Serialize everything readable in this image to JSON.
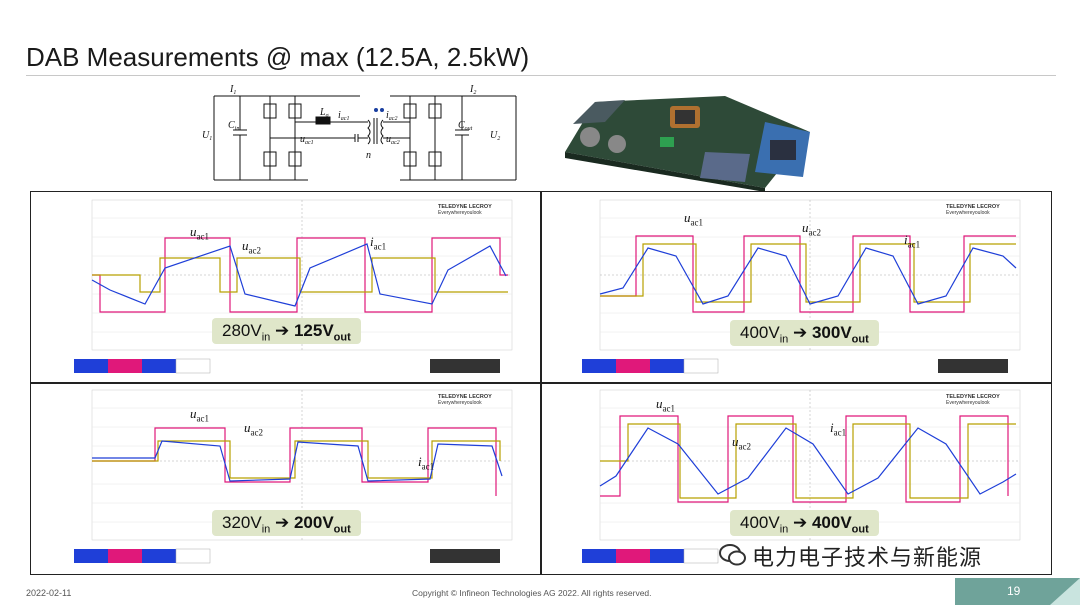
{
  "slide": {
    "title": "DAB Measurements @ max (12.5A, 2.5kW)",
    "date": "2022-02-11",
    "copyright": "Copyright © Infineon Technologies AG 2022. All rights reserved.",
    "page_number": "19"
  },
  "circuit": {
    "labels": {
      "i1": "I",
      "i1_sub": "1",
      "i2": "I",
      "i2_sub": "2",
      "u1": "U",
      "u1_sub": "1",
      "u2": "U",
      "u2_sub": "2",
      "cin": "C",
      "cin_sub": "in",
      "cout": "C",
      "cout_sub": "out",
      "lsigma": "L",
      "lsigma_sub": "σ",
      "iac1": "i",
      "iac1_sub": "ac1",
      "iac2": "i",
      "iac2_sub": "ac2",
      "uac1": "u",
      "uac1_sub": "ac1",
      "uac2": "u",
      "uac2_sub": "ac2",
      "n": "n"
    }
  },
  "scopes": [
    {
      "vin": "280V",
      "vin_sub": "in",
      "vout": "125V",
      "vout_sub": "out"
    },
    {
      "vin": "400V",
      "vin_sub": "in",
      "vout": "300V",
      "vout_sub": "out"
    },
    {
      "vin": "320V",
      "vin_sub": "in",
      "vout": "200V",
      "vout_sub": "out"
    },
    {
      "vin": "400V",
      "vin_sub": "in",
      "vout": "400V",
      "vout_sub": "out"
    }
  ],
  "trace_labels": {
    "uac1": "u",
    "uac1_sub": "ac1",
    "uac2": "u",
    "uac2_sub": "ac2",
    "iac1": "i",
    "iac1_sub": "ac1"
  },
  "lecroy": {
    "brand": "TELEDYNE LECROY",
    "tagline": "Everywhereyoulook"
  },
  "watermark": "电力电子技术与新能源",
  "colors": {
    "uac1": "#e0187a",
    "uac2": "#b8a000",
    "iac1": "#1f3fd8",
    "condition_bg": "#dfe6c9",
    "footer_accent": "#6fa39a"
  }
}
